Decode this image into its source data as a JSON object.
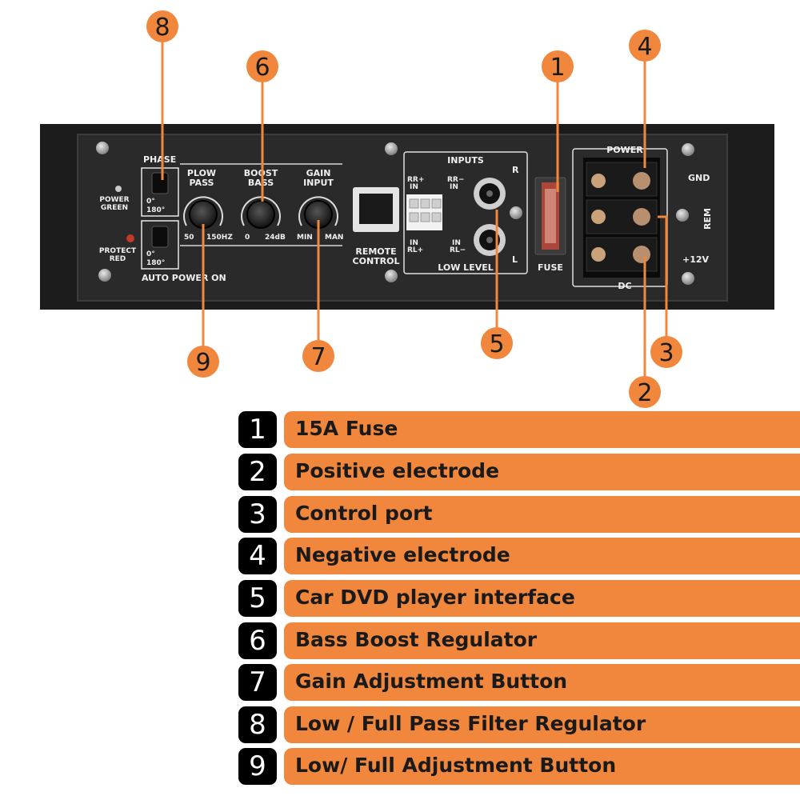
{
  "panel": {
    "phase_label": "PHASE",
    "power_green_line1": "POWER",
    "power_green_line2": "GREEN",
    "protect_red_line1": "PROTECT",
    "protect_red_line2": "RED",
    "switch_0": "0°",
    "switch_180": "180°",
    "auto_power_on": "AUTO POWER ON",
    "plow_pass_line1": "PLOW",
    "plow_pass_line2": "PASS",
    "plow_pass_min": "50",
    "plow_pass_max": "150HZ",
    "boost_bass_line1": "BOOST",
    "boost_bass_line2": "BASS",
    "boost_bass_min": "0",
    "boost_bass_max": "24dB",
    "gain_input_line1": "GAIN",
    "gain_input_line2": "INPUT",
    "gain_input_min": "MIN",
    "gain_input_max": "MAN",
    "remote_control_line1": "REMOTE",
    "remote_control_line2": "CONTROL",
    "inputs_title": "INPUTS",
    "rr_plus_in_line1": "RR+",
    "rr_plus_in_line2": "IN",
    "rr_minus_in_line1": "RR−",
    "rr_minus_in_line2": "IN",
    "in_rl_plus_line1": "IN",
    "in_rl_plus_line2": "RL+",
    "in_rl_minus_line1": "IN",
    "in_rl_minus_line2": "RL−",
    "low_level": "LOW LEVEL",
    "channel_r": "R",
    "channel_l": "L",
    "fuse_label": "FUSE",
    "power_label": "POWER",
    "dc_label": "DC",
    "gnd_label": "GND",
    "rem_label": "REM",
    "plus12v_label": "+12V"
  },
  "callouts": [
    "1",
    "2",
    "3",
    "4",
    "5",
    "6",
    "7",
    "8",
    "9"
  ],
  "legend": [
    {
      "num": "1",
      "text": "15A Fuse"
    },
    {
      "num": "2",
      "text": "Positive electrode"
    },
    {
      "num": "3",
      "text": "Control port"
    },
    {
      "num": "4",
      "text": "Negative electrode"
    },
    {
      "num": "5",
      "text": "Car DVD player interface"
    },
    {
      "num": "6",
      "text": "Bass Boost Regulator"
    },
    {
      "num": "7",
      "text": "Gain Adjustment Button"
    },
    {
      "num": "8",
      "text": "Low / Full Pass Filter Regulator"
    },
    {
      "num": "9",
      "text": "Low/ Full Adjustment Button"
    }
  ],
  "colors": {
    "callout_orange": "#f0873d",
    "panel_dark": "#262626",
    "badge_black": "#000000"
  }
}
